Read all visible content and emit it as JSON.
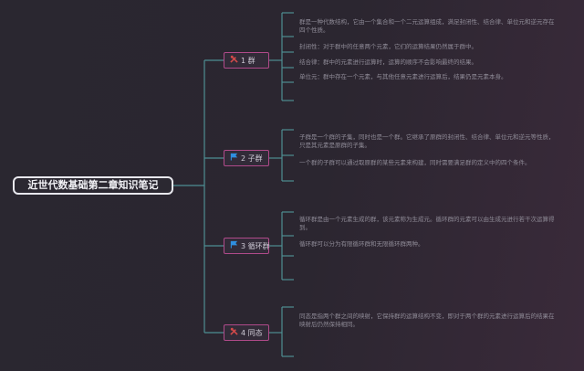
{
  "root": {
    "title": "近世代数基础第二章知识笔记"
  },
  "branches": [
    {
      "label": "1 群",
      "icon": "tools-icon",
      "leaves": [
        "群是一种代数结构，它由一个集合和一个二元运算组成，满足封闭性、结合律、单位元和逆元存在四个性质。",
        "封闭性：对于群中的任意两个元素，它们的运算结果仍然属于群中。",
        "结合律：群中的元素进行运算时，运算的顺序不会影响最终的结果。",
        "单位元：群中存在一个元素，与其他任意元素进行运算后，结果仍是元素本身。"
      ]
    },
    {
      "label": "2 子群",
      "icon": "flag-icon",
      "leaves": [
        "子群是一个群的子集，同时也是一个群。它继承了原群的封闭性、结合律、单位元和逆元等性质，只是其元素是原群的子集。",
        "一个群的子群可以通过取原群的某些元素来构建，同时需要满足群的定义中的四个条件。"
      ]
    },
    {
      "label": "3 循环群",
      "icon": "flag-icon",
      "leaves": [
        "循环群是由一个元素生成的群，该元素称为生成元。循环群的元素可以由生成元进行若干次运算得到。",
        "循环群可以分为有限循环群和无限循环群两种。"
      ]
    },
    {
      "label": "4 同态",
      "icon": "tools-icon",
      "leaves": [
        "同态是指两个群之间的映射，它保持群的运算结构不变，即对于两个群的元素进行运算后的结果在映射后仍然保持相同。"
      ]
    }
  ],
  "colors": {
    "connector": "#4e8e92",
    "branch_border": "#b04a8a",
    "flag": "#2f8fe0",
    "tools": "#d24a4a"
  }
}
